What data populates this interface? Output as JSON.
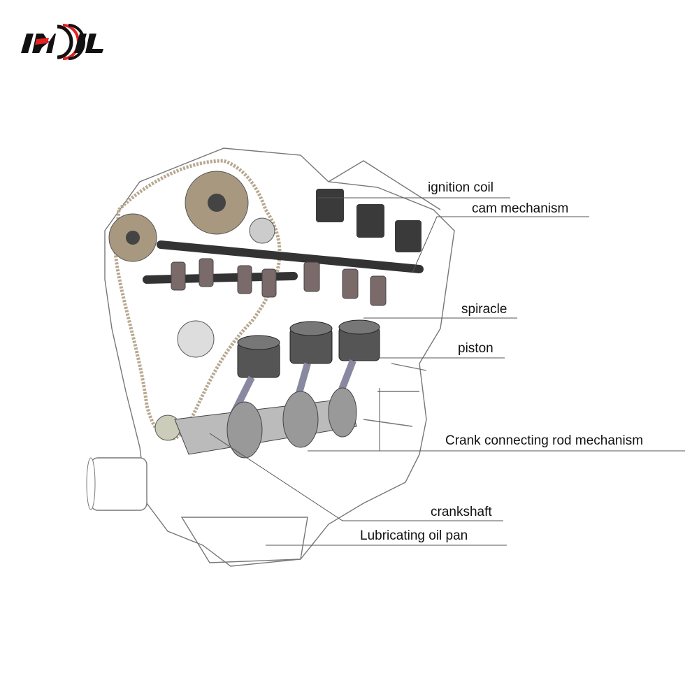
{
  "logo": {
    "text": "IMJL",
    "colors": {
      "dark": "#111111",
      "accent": "#e32222"
    }
  },
  "labels": {
    "ignition_coil": "ignition coil",
    "cam_mechanism": "cam mechanism",
    "spiracle": "spiracle",
    "piston": "piston",
    "crank_rod": "Crank connecting rod mechanism",
    "crankshaft": "crankshaft",
    "oil_pan": "Lubricating oil pan"
  }
}
